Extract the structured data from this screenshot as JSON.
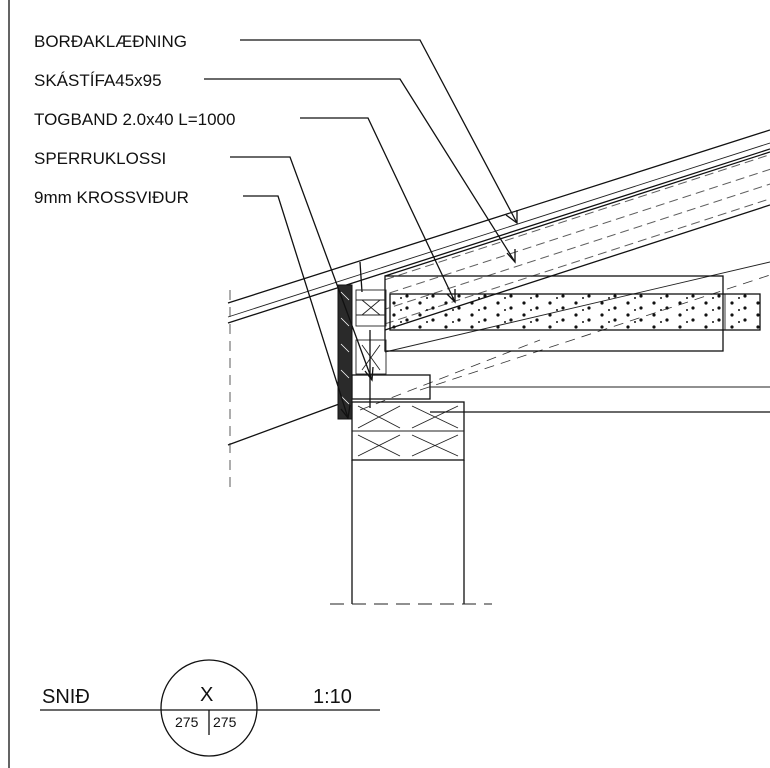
{
  "labels": {
    "cladding": "BORÐAKLÆÐNING",
    "brace": "SKÁSTÍFA45x95",
    "strap": "TOGBAND 2.0x40 L=1000",
    "rafter_block": "SPERRUKLOSSI",
    "plywood": "9mm KROSSVIÐUR"
  },
  "title_block": {
    "section": "SNIÐ",
    "symbol": "X",
    "ref_left": "275",
    "ref_right": "275",
    "scale": "1:10"
  }
}
